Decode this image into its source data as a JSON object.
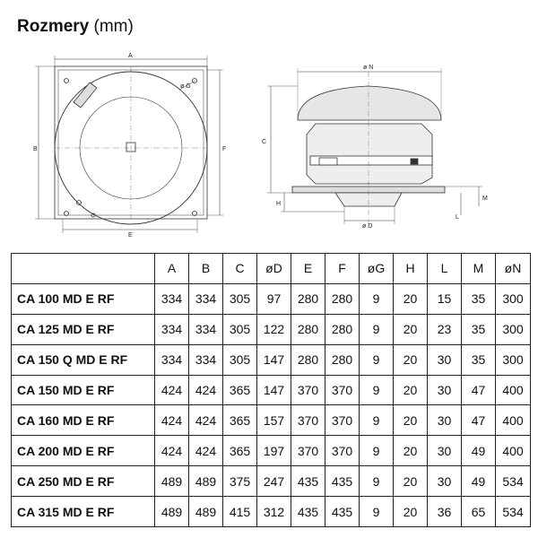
{
  "title": {
    "bold": "Rozmery",
    "unit": "(mm)"
  },
  "drawing_labels": {
    "A": "A",
    "B": "B",
    "C": "C",
    "D": "ø D",
    "E": "E",
    "F": "F",
    "G": "ø G",
    "H": "H",
    "L": "L",
    "M": "M",
    "N": "ø N"
  },
  "table": {
    "headers": [
      "A",
      "B",
      "C",
      "øD",
      "E",
      "F",
      "øG",
      "H",
      "L",
      "M",
      "øN"
    ],
    "rows": [
      {
        "model": "CA 100 MD E RF",
        "values": [
          "334",
          "334",
          "305",
          "97",
          "280",
          "280",
          "9",
          "20",
          "15",
          "35",
          "300"
        ]
      },
      {
        "model": "CA 125 MD E RF",
        "values": [
          "334",
          "334",
          "305",
          "122",
          "280",
          "280",
          "9",
          "20",
          "23",
          "35",
          "300"
        ]
      },
      {
        "model": "CA 150 Q MD E RF",
        "values": [
          "334",
          "334",
          "305",
          "147",
          "280",
          "280",
          "9",
          "20",
          "30",
          "35",
          "300"
        ]
      },
      {
        "model": "CA 150 MD E RF",
        "values": [
          "424",
          "424",
          "365",
          "147",
          "370",
          "370",
          "9",
          "20",
          "30",
          "47",
          "400"
        ]
      },
      {
        "model": "CA 160 MD E RF",
        "values": [
          "424",
          "424",
          "365",
          "157",
          "370",
          "370",
          "9",
          "20",
          "30",
          "47",
          "400"
        ]
      },
      {
        "model": "CA 200 MD E RF",
        "values": [
          "424",
          "424",
          "365",
          "197",
          "370",
          "370",
          "9",
          "20",
          "30",
          "49",
          "400"
        ]
      },
      {
        "model": "CA 250 MD E RF",
        "values": [
          "489",
          "489",
          "375",
          "247",
          "435",
          "435",
          "9",
          "20",
          "30",
          "49",
          "534"
        ]
      },
      {
        "model": "CA 315 MD E RF",
        "values": [
          "489",
          "489",
          "415",
          "312",
          "435",
          "435",
          "9",
          "20",
          "36",
          "65",
          "534"
        ]
      }
    ]
  }
}
